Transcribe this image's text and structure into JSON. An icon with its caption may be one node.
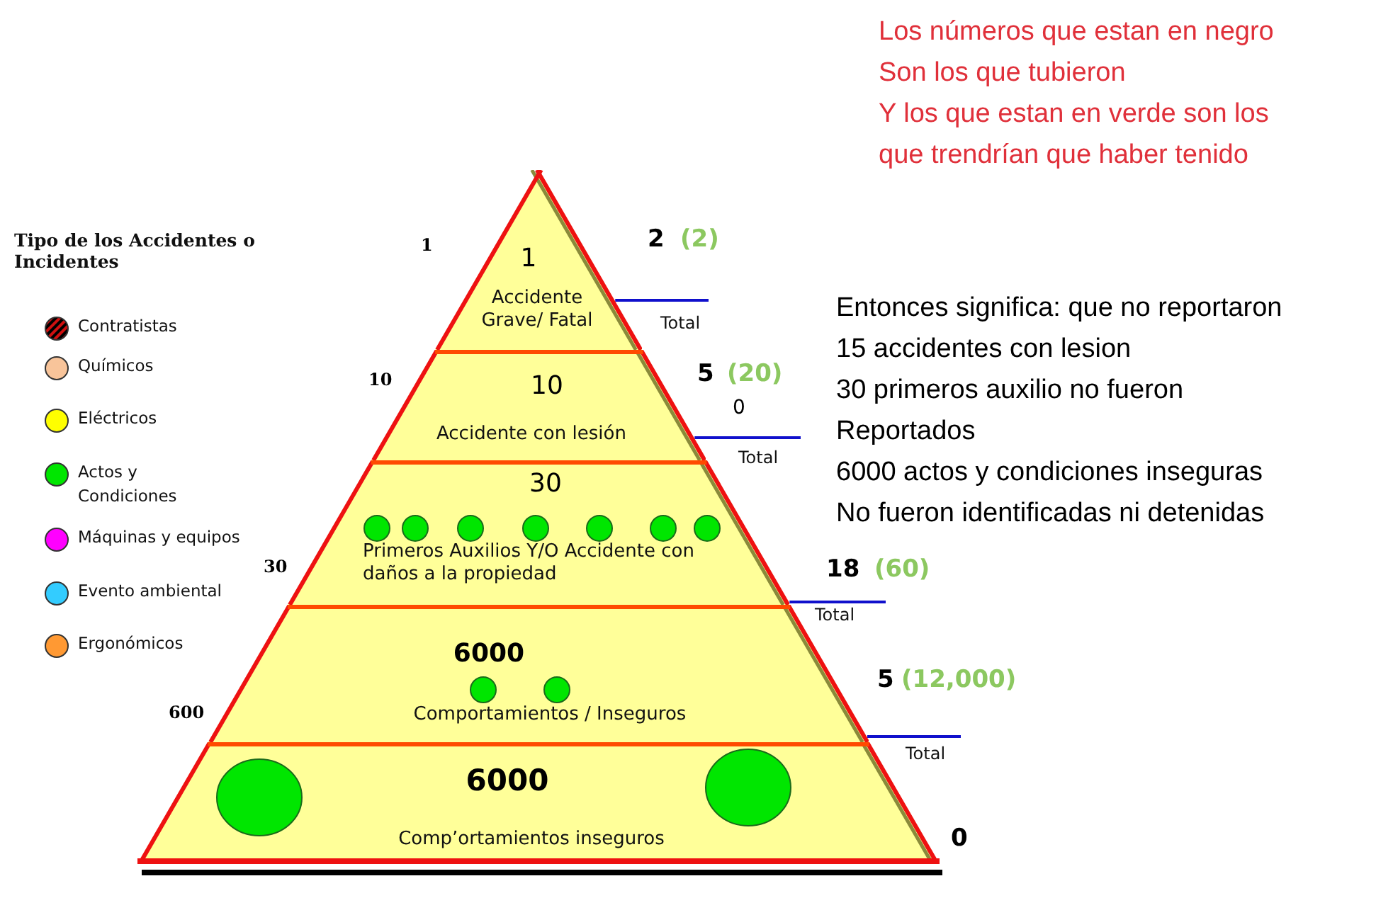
{
  "diagram": {
    "nodes": [
      {
        "text": [
          "1",
          "Accidente Grave/ Fatal"
        ]
      },
      {
        "text": [
          "10",
          "Accidente con lesión"
        ]
      },
      {
        "text": [
          "30",
          "Primeros Auxilios Y/O Accidente con daños a la propiedad"
        ]
      },
      {
        "text": [],
        "shape": "circle",
        "in": 2
      },
      {
        "text": [],
        "shape": "circle",
        "in": 2
      },
      {
        "text": [],
        "shape": "circle",
        "in": 2
      },
      {
        "text": [],
        "shape": "circle",
        "in": 2
      },
      {
        "text": [],
        "shape": "circle",
        "in": 2
      },
      {
        "text": [],
        "shape": "circle",
        "in": 2
      },
      {
        "text": [],
        "shape": "circle",
        "in": 2
      },
      {
        "text": [
          "6000",
          "Comportamientos / Inseguros"
        ]
      },
      {
        "text": [],
        "shape": "circle",
        "in": 10
      },
      {
        "text": [],
        "shape": "circle",
        "in": 10
      },
      {
        "text": [
          "6000",
          "Comp’ortamientos inseguros"
        ]
      },
      {
        "text": [],
        "shape": "circle",
        "in": 13
      },
      {
        "text": [],
        "shape": "circle",
        "in": 13
      }
    ],
    "labels": [
      "Los números que estan en negro",
      "Son los que tubieron",
      "Y los que estan en verde son los",
      "que trendrían que haber tenido",
      "Tipo de los Accidentes o Incidentes",
      "1",
      "2",
      "(2)",
      "Entonces significa: que no reportaron",
      "Total",
      "15 accidentes con lesion",
      "10",
      "5",
      "(20)",
      "30 primeros auxilio no fueron",
      "0",
      "Reportados",
      "Total",
      "6000 actos y condiciones inseguras",
      "No fueron identificadas ni detenidas",
      "30",
      "18",
      "(60)",
      "Total",
      "5",
      "(12,000)",
      "600",
      "Total",
      "0"
    ],
    "legend": [
      {
        "text": "Contratistas"
      },
      {
        "text": "Químicos",
        "color": "#f8c49a"
      },
      {
        "text": "Eléctricos",
        "color": "#ffff00"
      },
      {
        "text": "Actos y Condiciones",
        "color": "#00e600"
      },
      {
        "text": "Máquinas y equipos",
        "color": "#ff00ff"
      },
      {
        "text": "Evento ambiental",
        "color": "#33ccff"
      },
      {
        "text": "Ergonómicos",
        "color": "#ff9933"
      }
    ]
  }
}
